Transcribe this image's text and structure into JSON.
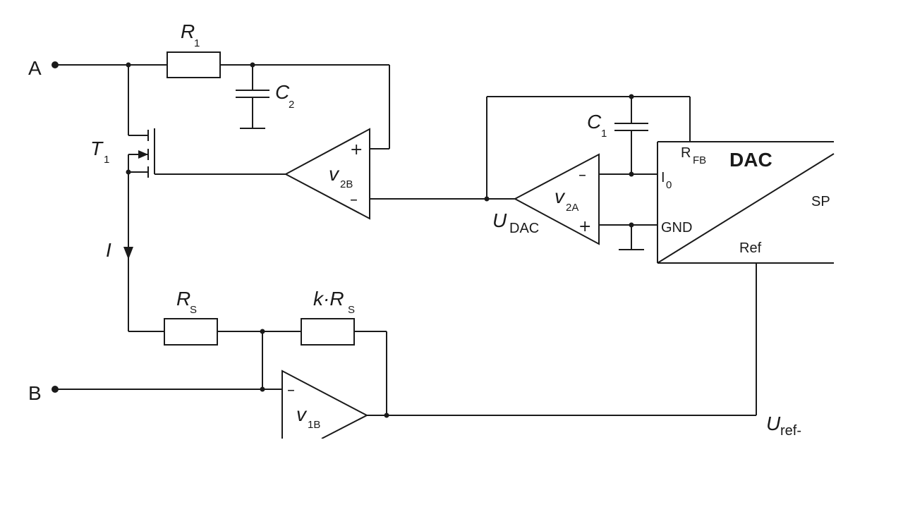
{
  "nodes": {
    "terminal_a": "A",
    "terminal_b": "B"
  },
  "components": {
    "r1": {
      "main": "R",
      "sub": "1"
    },
    "c2": {
      "main": "C",
      "sub": "2"
    },
    "t1": {
      "main": "T",
      "sub": "1"
    },
    "v2b": {
      "main": "v",
      "sub": "2B"
    },
    "c1": {
      "main": "C",
      "sub": "1"
    },
    "v2a": {
      "main": "v",
      "sub": "2A"
    },
    "rs": {
      "main": "R",
      "sub": "S"
    },
    "krs": {
      "main": "k·R",
      "sub": "S"
    },
    "v1b": {
      "main": "v",
      "sub": "1B"
    }
  },
  "signals": {
    "current": "I",
    "udac": {
      "main": "U",
      "sub": "DAC"
    },
    "uref": {
      "main": "U",
      "sub": "ref-"
    }
  },
  "dac": {
    "title": "DAC",
    "rfb": {
      "main": "R",
      "sub": "FB"
    },
    "io": {
      "main": "I",
      "sub": "0"
    },
    "gnd": "GND",
    "ref": "Ref",
    "sp": "SP"
  },
  "opamp_signs": {
    "plus": "+",
    "minus": "–"
  }
}
